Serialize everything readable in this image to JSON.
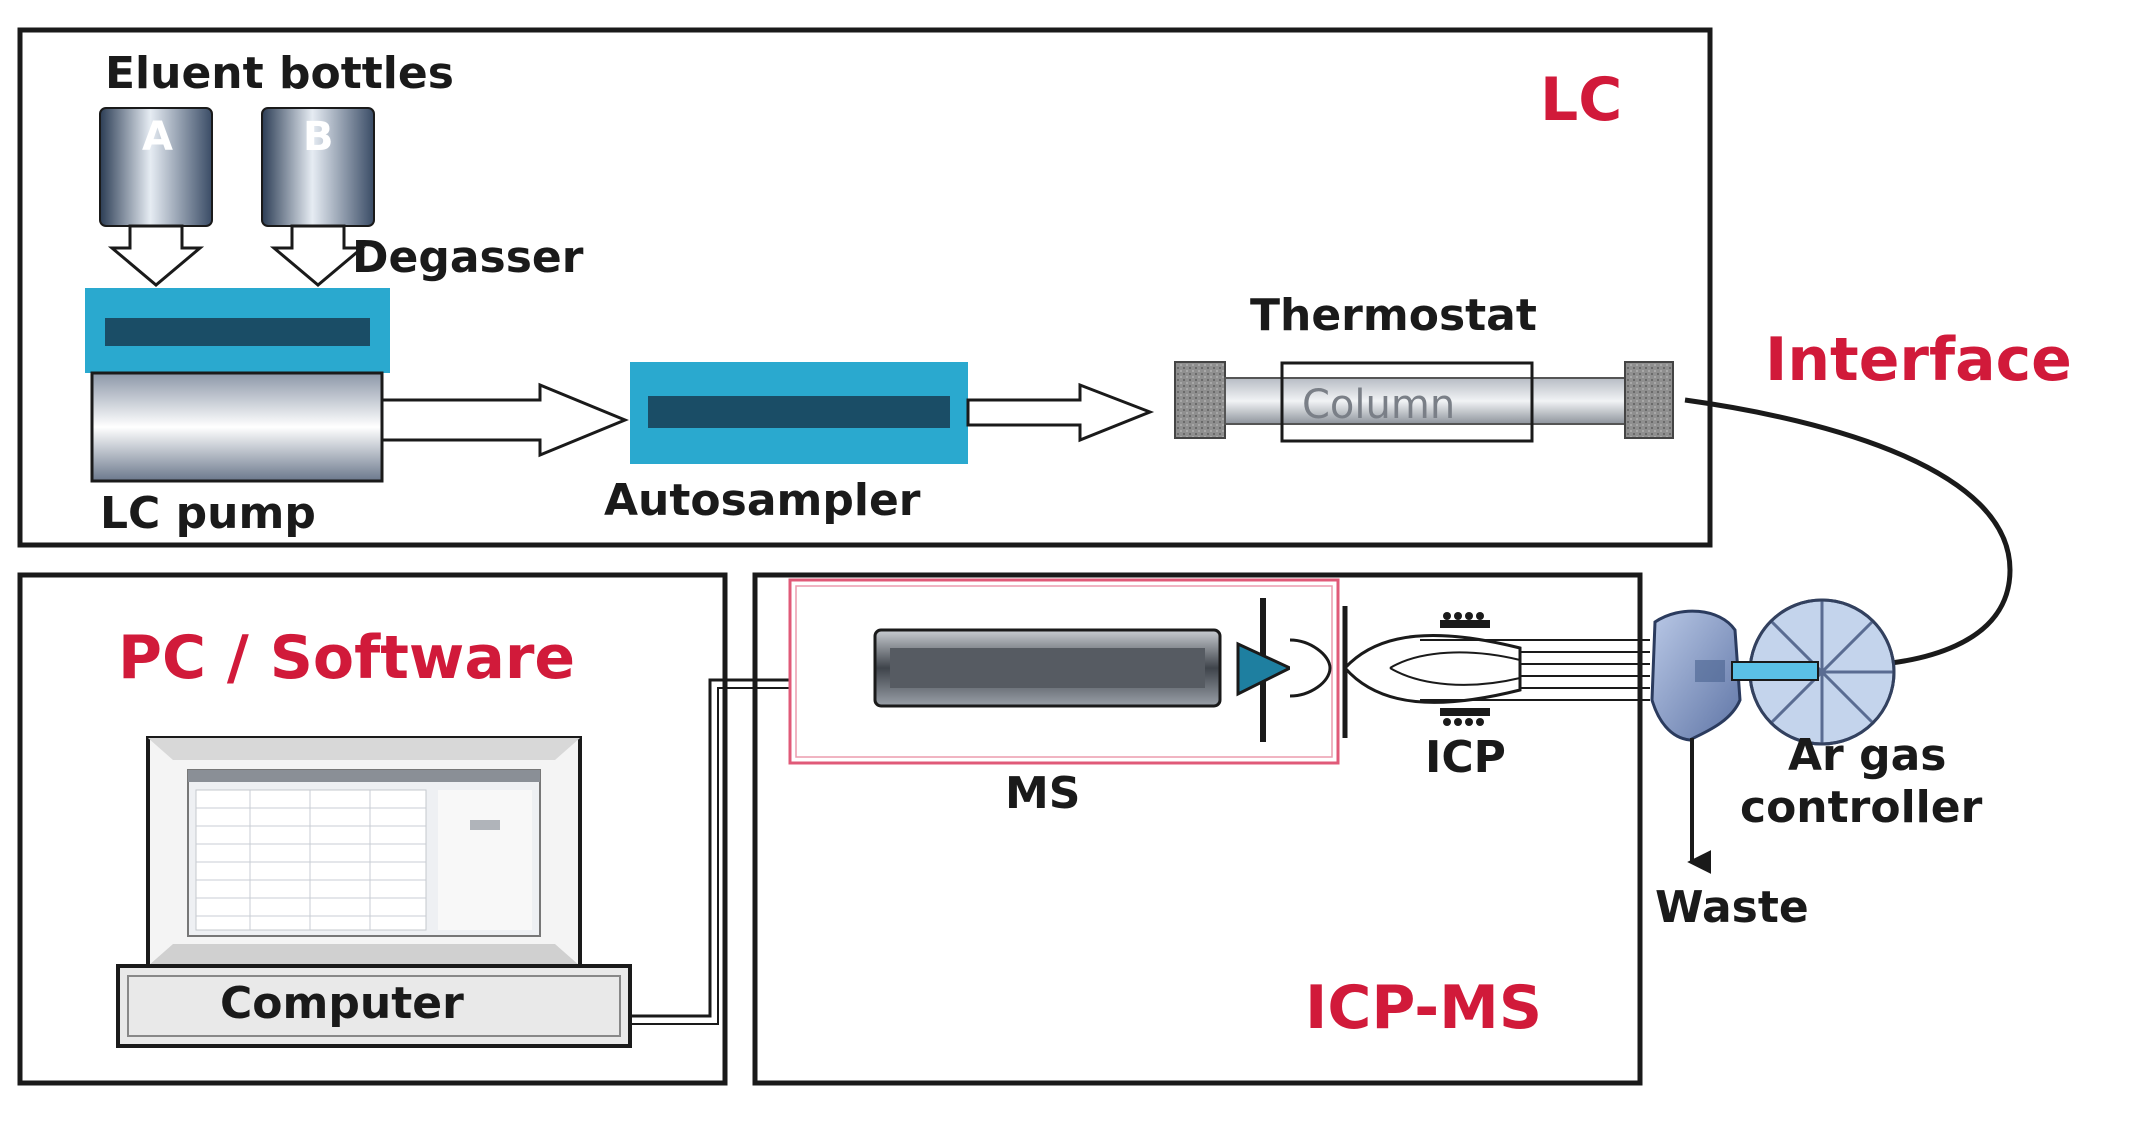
{
  "labels": {
    "eluent_bottles": "Eluent bottles",
    "bottle_a": "A",
    "bottle_b": "B",
    "degasser": "Degasser",
    "lc_pump": "LC  pump",
    "autosampler": "Autosampler",
    "thermostat": "Thermostat",
    "column": "Column",
    "lc": "LC",
    "interface": "Interface",
    "pc_software": "PC / Software",
    "computer": "Computer",
    "ms": "MS",
    "icp": "ICP",
    "ar_gas": "Ar gas",
    "controller": "controller",
    "waste": "Waste",
    "icp_ms": "ICP-MS"
  },
  "colors": {
    "section_title": "#d11a3a",
    "text": "#1a1a1a",
    "teal_unit": "#2aa9cf",
    "teal_band": "#1a4d66",
    "frame": "#1a1a1a",
    "ms_highlight": "#e05a78"
  }
}
